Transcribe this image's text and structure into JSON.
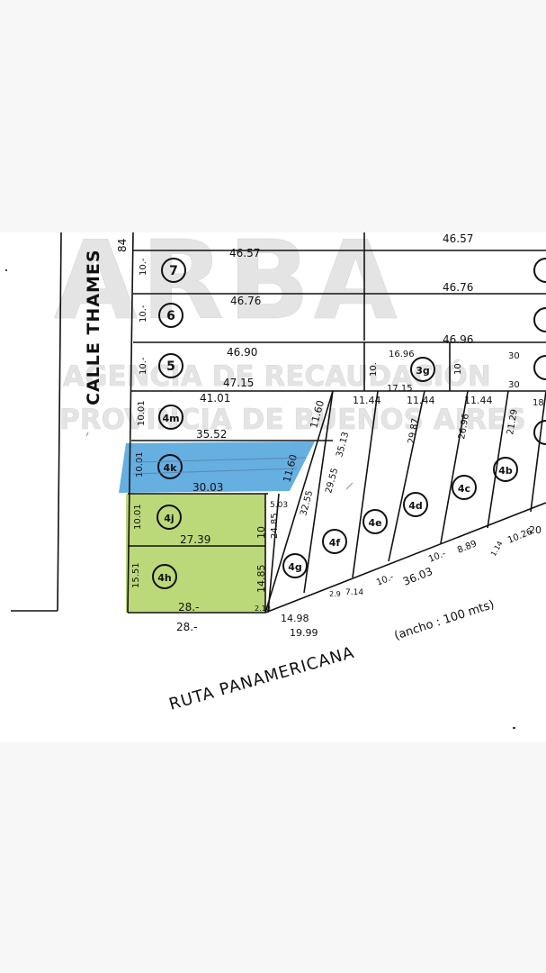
{
  "watermark": {
    "logo": "ARBA",
    "line1": "AGENCIA DE RECAUDACIÓN",
    "line2": "PROVINCIA DE BUENOS AIRES"
  },
  "streets": {
    "calle": "CALLE THAMES",
    "ruta": "RUTA PANAMERICANA",
    "ruta_note": "(ancho : 100 mts)"
  },
  "lots": {
    "l7": "7",
    "l6": "6",
    "l5": "5",
    "l4m": "4m",
    "l4k": "4k",
    "l4j": "4j",
    "l4h": "4h",
    "l4g": "4g",
    "l4f": "4f",
    "l4e": "4e",
    "l4d": "4d",
    "l4c": "4c",
    "l4b": "4b",
    "l3g": "3g"
  },
  "dims": {
    "top_left": "84",
    "d46_57a": "46.57",
    "d46_57b": "46.57",
    "d46_76a": "46.76",
    "d46_76b": "46.76",
    "d46_96a": "46.90",
    "d46_96b": "46.96",
    "d47_15": "47.15",
    "d41_01": "41.01",
    "d35_52": "35.52",
    "d30_03": "30.03",
    "d27_39": "27.39",
    "d28a": "28.-",
    "d28b": "28.-",
    "w10_7": "10.-",
    "w10_6": "10.-",
    "w10_5": "10.-",
    "w10_4m": "10.01",
    "w10_4k": "10.01",
    "w10_4j": "10.01",
    "w15_51": "15.51",
    "d11_60a": "11.60",
    "d11_60b": "11.60",
    "d10_right": "10",
    "d14_85": "14.85",
    "d11_44a": "11.44",
    "d11_44b": "11.44",
    "d11_44c": "11.44",
    "d16_96": "16.96",
    "d17_15": "17.15",
    "d10_3g_l": "10.",
    "d10_3g_r": "10",
    "d30a": "30",
    "d30b": "30",
    "d18": "18",
    "d32_55": "32.55",
    "d29_55": "29.55",
    "d35_13": "35.13",
    "d29_87": "29.87",
    "d26_96": "26.96",
    "d21_29": "21.29",
    "d24_85": "24.85",
    "d5_03": "5.03",
    "d14_98": "14.98",
    "d19_99": "19.99",
    "d2_10": "2.10",
    "d2_9": "2.9",
    "d7_14": "7.14",
    "d10_bot": "10.-",
    "d36_03": "36.03",
    "d10_bot2": "10.-",
    "d8_89": "8.89",
    "d10_26": "10.26",
    "d1_14": "1.14",
    "d20": "20"
  },
  "colors": {
    "highlight_blue": "#3b98d9",
    "highlight_green": "#b5d56a",
    "ink": "#111111",
    "pencil_blue": "#5b7fa8"
  }
}
